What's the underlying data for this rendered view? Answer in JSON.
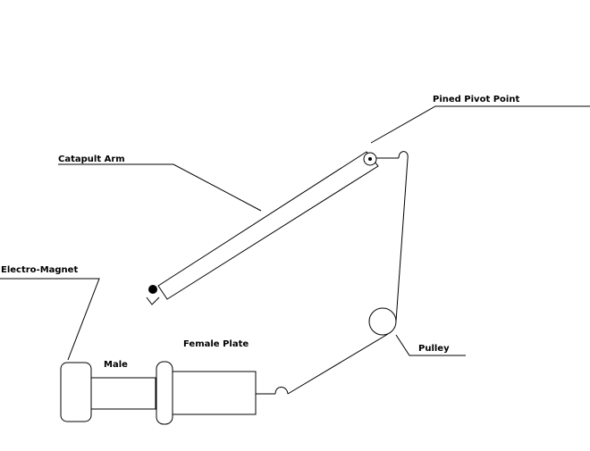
{
  "labels": {
    "pivot": "Pined Pivot Point",
    "arm": "Catapult Arm",
    "magnet": "Electro-Magnet",
    "male": "Male",
    "female": "Female Plate",
    "pulley": "Pulley"
  },
  "colors": {
    "line": "#000000",
    "background": "#ffffff"
  }
}
